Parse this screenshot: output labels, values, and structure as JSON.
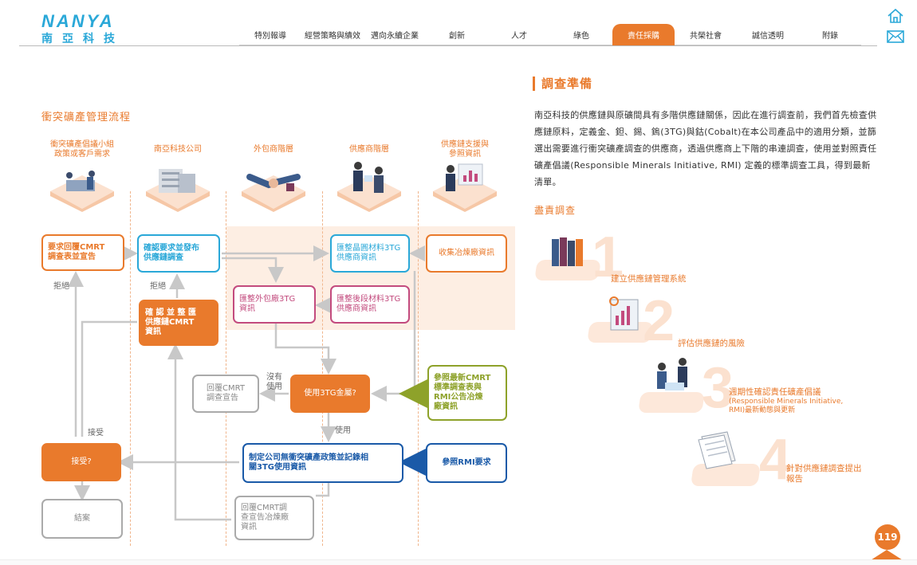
{
  "header": {
    "logo_mark": "NANYA",
    "logo_sub": "南亞科技",
    "nav": [
      "特別報導",
      "經營策略與績效",
      "邁向永續企業",
      "創新",
      "人才",
      "綠色",
      "責任採購",
      "共榮社會",
      "誠信透明",
      "附錄"
    ],
    "active_nav": "責任採購",
    "icons": [
      "home-icon",
      "mail-icon"
    ]
  },
  "flow": {
    "title": "衝突礦產管理流程",
    "lanes": [
      "衝突礦產倡議小組\n政策或客戶需求",
      "南亞科技公司",
      "外包商階層",
      "供應商階層",
      "供應鏈支援與\n參照資訊"
    ],
    "boxes": {
      "request_cmrt": "要求回覆CMRT\n調查表並宣告",
      "confirm_issue": "確認要求並發布\n供應鏈調查",
      "wafer_3tg": "匯整晶圓材料3TG\n供應商資訊",
      "collect_smelter": "收集冶煉廠資訊",
      "outsource_3tg": "匯整外包廠3TG\n資訊",
      "backend_3tg": "匯整後段材料3TG\n供應商資訊",
      "confirm_compile": "確 認 並 整 匯\n供應鏈CMRT\n資訊",
      "reply_cmrt": "回覆CMRT\n調查宣告",
      "use_3tg": "使用3TG金屬?",
      "ref_cmrt": "參照最新CMRT\n標準調查表與\nRMI公告冶煉\n廠資訊",
      "accept": "接受?",
      "policy": "制定公司無衝突礦產政策並記錄相\n關3TG使用資訊",
      "ref_rmi": "參照RMI要求",
      "close": "結案",
      "reply_cmrt_smelter": "回覆CMRT調\n查宣告冶煉廠\n資訊"
    },
    "labels": {
      "reject1": "拒絕",
      "reject2": "拒絕",
      "not_used": "沒有\n使用",
      "used": "使用",
      "accepted": "接受"
    }
  },
  "right": {
    "section_title": "調查準備",
    "paragraph": "南亞科技的供應鏈與原礦間具有多階供應鏈關係，因此在進行調查前，我們首先檢查供應鏈原料，定義金、鉭、錫、鎢(3TG)與鈷(Cobalt)在本公司產品中的適用分類，並篩選出需要進行衝突礦產調查的供應商，透過供應商上下階的串連調查，使用並對照責任礦產倡議(Responsible Minerals Initiative, RMI) 定義的標準調查工具，得到最新清單。",
    "sub_title": "盡責調查",
    "steps": [
      {
        "num": "1",
        "label": "建立供應鏈管理系統",
        "note": ""
      },
      {
        "num": "2",
        "label": "評估供應鏈的風險",
        "note": ""
      },
      {
        "num": "3",
        "label": "週期性確認責任礦產倡議",
        "note": "(Responsible Minerals Initiative,\nRMI)最新動態與更新"
      },
      {
        "num": "4",
        "label": "針對供應鏈調查提出\n報告",
        "note": ""
      }
    ]
  },
  "page_number": "119",
  "colors": {
    "accent": "#e97a2c",
    "blue": "#2aa8d8",
    "pink": "#c34b7e",
    "green": "#8ea22a",
    "navy": "#1a5aa8"
  }
}
